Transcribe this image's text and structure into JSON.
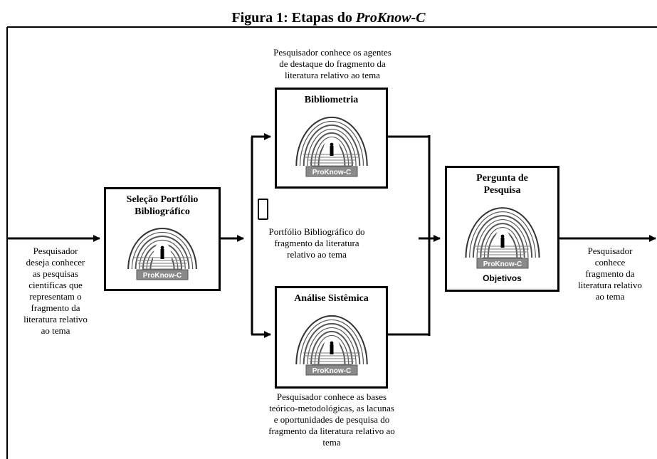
{
  "figure": {
    "title_prefix": "Figura 1: Etapas do ",
    "title_italic": "ProKnow-C"
  },
  "boxes": {
    "selecao": {
      "heading_line1": "Seleção Portfólio",
      "heading_line2": "Bibliográfico",
      "logo": "ProKnow-C"
    },
    "bibliometria": {
      "heading": "Bibliometria",
      "logo": "ProKnow-C"
    },
    "analise": {
      "heading": "Análise Sistêmica",
      "logo": "ProKnow-C"
    },
    "pergunta": {
      "heading_line1": "Pergunta de",
      "heading_line2": "Pesquisa",
      "logo": "ProKnow-C",
      "footer": "Objetivos"
    }
  },
  "notes": {
    "input": [
      "Pesquisador",
      "deseja conhecer",
      "as pesquisas",
      "cientificas que",
      "representam o",
      "fragmento da",
      "literatura relativo",
      "ao tema"
    ],
    "bibliometria_top": [
      "Pesquisador conhece os agentes",
      "de destaque do fragmento da",
      "literatura relativo ao tema"
    ],
    "portfolio": [
      "Portfólio Bibliográfico do",
      "fragmento da literatura",
      "relativo ao tema"
    ],
    "analise_bottom": [
      "Pesquisador conhece as bases",
      "teórico-metodológicas, as lacunas",
      "e oportunidades de pesquisa do",
      "fragmento da literatura relativo ao",
      "tema"
    ],
    "output": [
      "Pesquisador",
      "conhece",
      "fragmento da",
      "literatura relativo",
      "ao tema"
    ]
  },
  "icons": {
    "tunnel": "tunnel-with-person-icon",
    "document": "document-icon"
  }
}
